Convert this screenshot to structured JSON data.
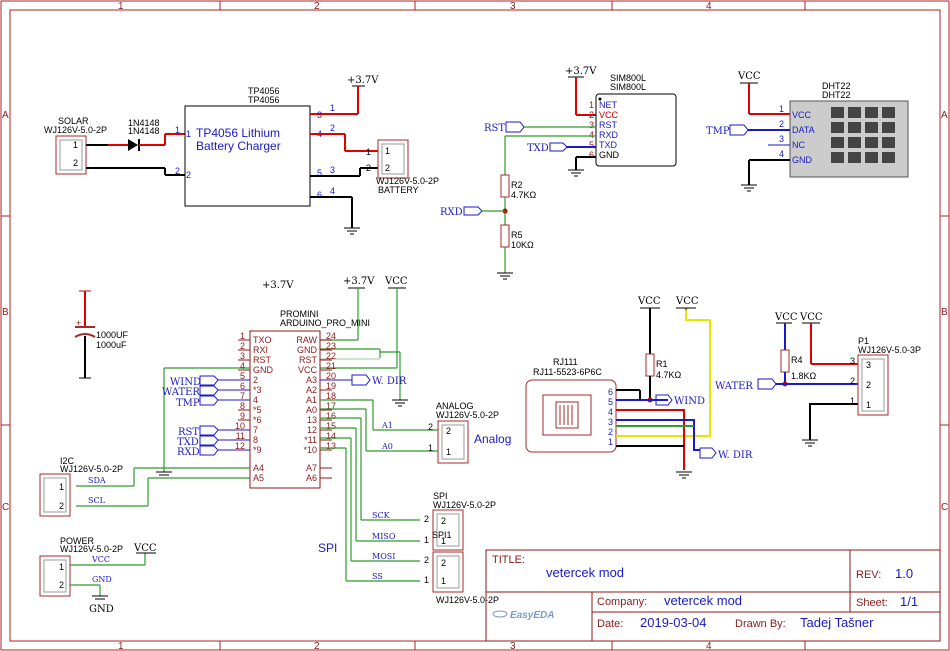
{
  "frame": {
    "cols": [
      "1",
      "2",
      "3",
      "4"
    ],
    "rows": [
      "A",
      "B",
      "C"
    ]
  },
  "tp4056": {
    "ref": "TP4056",
    "val": "TP4056",
    "name_line1": "TP4056 Lithium",
    "name_line2": "Battery Charger",
    "pins_left": [
      "1",
      "2"
    ],
    "pins_right": [
      "3",
      "4",
      "5",
      "6"
    ]
  },
  "solar": {
    "ref": "SOLAR",
    "val": "WJ126V-5.0-2P",
    "pins": [
      "1",
      "2"
    ]
  },
  "diode": {
    "ref": "1N4148",
    "val": "1N4148"
  },
  "battery": {
    "ref": "BATTERY",
    "val": "WJ126V-5.0-2P",
    "pins": [
      "1",
      "2"
    ]
  },
  "power_labels": {
    "v37": "+3.7V",
    "vcc": "VCC",
    "gnd": "GND"
  },
  "sim800l": {
    "ref": "SIM800L",
    "val": "SIM800L",
    "pins": [
      "NET",
      "VCC",
      "RST",
      "RXD",
      "TXD",
      "GND"
    ],
    "nums": [
      "1",
      "2",
      "3",
      "4",
      "5",
      "6"
    ]
  },
  "r2": {
    "ref": "R2",
    "val": "4.7KΩ"
  },
  "r5": {
    "ref": "R5",
    "val": "10KΩ"
  },
  "net_labels": {
    "rst": "RST",
    "txd": "TXD",
    "rxd": "RXD",
    "tmp": "TMP",
    "wind": "WIND",
    "water": "WATER",
    "wdir": "W. DIR",
    "sda": "SDA",
    "scl": "SCL",
    "a1": "A1",
    "a0": "A0",
    "sck": "SCK",
    "miso": "MISO",
    "mosi": "MOSI",
    "ss": "SS",
    "vcc": "VCC",
    "gnd": "GND"
  },
  "dht22": {
    "ref": "DHT22",
    "val": "DHT22",
    "pins": [
      "VCC",
      "DATA",
      "NC",
      "GND"
    ],
    "nums": [
      "1",
      "2",
      "3",
      "4"
    ]
  },
  "capacitor": {
    "val1": "1000UF",
    "val2": "1000uF"
  },
  "promini": {
    "ref": "PROMINI",
    "val": "ARDUINO_PRO_MINI",
    "left": [
      [
        "1",
        "TXO"
      ],
      [
        "2",
        "RXI"
      ],
      [
        "3",
        "RST"
      ],
      [
        "4",
        "GND"
      ],
      [
        "5",
        "2"
      ],
      [
        "6",
        "*3"
      ],
      [
        "7",
        "4"
      ],
      [
        "8",
        "*5"
      ],
      [
        "9",
        "*6"
      ],
      [
        "10",
        "7"
      ],
      [
        "11",
        "8"
      ],
      [
        "12",
        "*9"
      ]
    ],
    "left2": [
      [
        "A4",
        "A4"
      ],
      [
        "A5",
        "A5"
      ]
    ],
    "right": [
      [
        "24",
        "RAW"
      ],
      [
        "23",
        "GND"
      ],
      [
        "22",
        "RST"
      ],
      [
        "21",
        "VCC"
      ],
      [
        "20",
        "A3"
      ],
      [
        "19",
        "A2"
      ],
      [
        "18",
        "A1"
      ],
      [
        "17",
        "A0"
      ],
      [
        "16",
        "13"
      ],
      [
        "15",
        "12"
      ],
      [
        "14",
        "*11"
      ],
      [
        "13",
        "*10"
      ]
    ],
    "right2": [
      [
        "A7",
        "A7"
      ],
      [
        "A6",
        "A6"
      ]
    ]
  },
  "rj111": {
    "ref": "RJ111",
    "val": "RJ11-5523-6P6C",
    "pins": [
      "6",
      "5",
      "4",
      "3",
      "2",
      "1"
    ]
  },
  "r1": {
    "ref": "R1",
    "val": "4.7KΩ"
  },
  "r4": {
    "ref": "R4",
    "val": "1.8KΩ"
  },
  "p1": {
    "ref": "P1",
    "val": "WJ126V-5.0-3P",
    "pins": [
      "3",
      "2",
      "1"
    ]
  },
  "analog": {
    "ref": "ANALOG",
    "val": "WJ126V-5.0-2P",
    "title": "Analog",
    "pins": [
      "2",
      "1"
    ]
  },
  "i2c": {
    "ref": "I2C",
    "val": "WJ126V-5.0-2P",
    "pins": [
      "1",
      "2"
    ]
  },
  "spi": {
    "ref": "SPI",
    "val": "WJ126V-5.0-2P",
    "val2": "WJ126V-5.0-2P",
    "title": "SPI",
    "spi1": "SPI1",
    "pins": [
      "2",
      "1",
      "2",
      "1"
    ]
  },
  "power_conn": {
    "ref": "POWER",
    "val": "WJ126V-5.0-2P",
    "pins": [
      "1",
      "2"
    ]
  },
  "title_block": {
    "title_label": "TITLE:",
    "title": "vetercek mod",
    "rev_label": "REV:",
    "rev": "1.0",
    "company_label": "Company:",
    "company": "vetercek mod",
    "sheet_label": "Sheet:",
    "sheet": "1/1",
    "date_label": "Date:",
    "date": "2019-03-04",
    "drawn_label": "Drawn By:",
    "drawn": "Tadej Tašner",
    "logo": "EasyEDA"
  }
}
